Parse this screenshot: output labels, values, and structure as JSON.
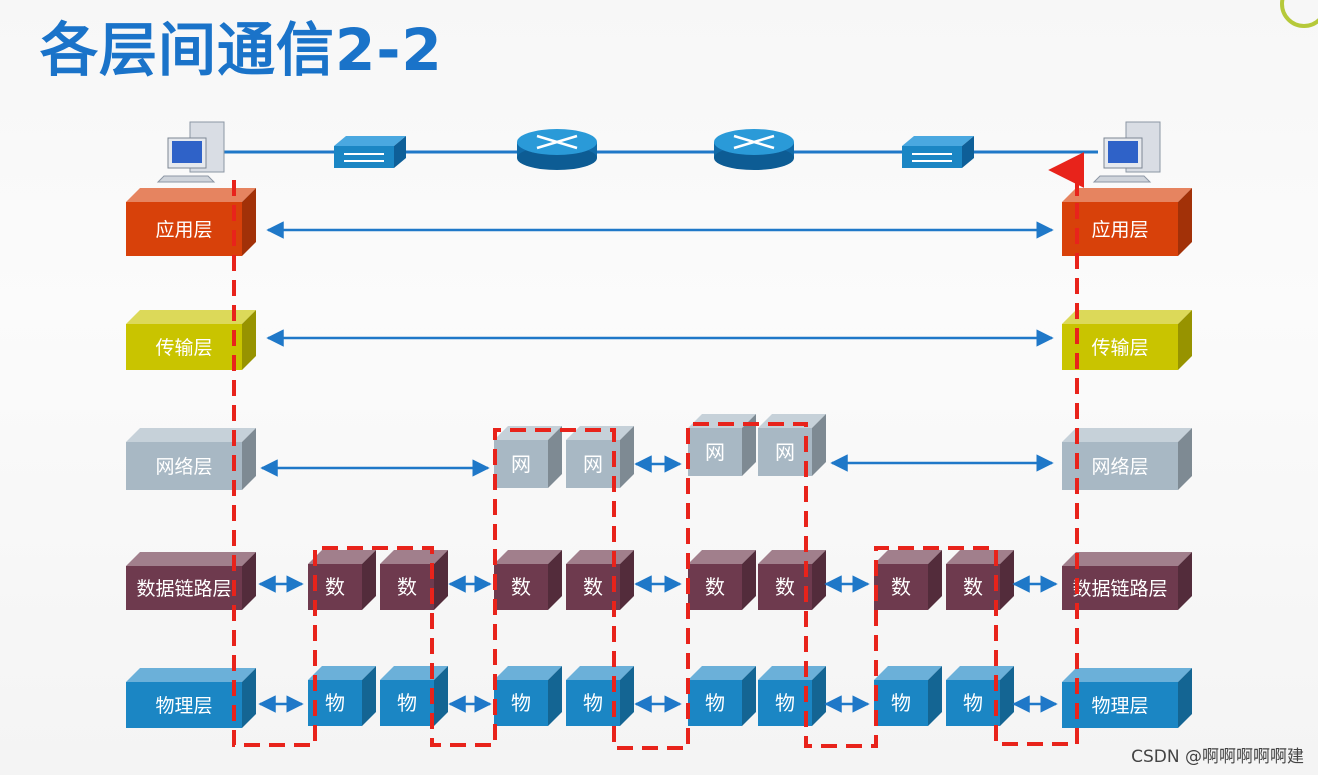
{
  "title": "各层间通信2-2",
  "watermark": "CSDN @啊啊啊啊啊建",
  "layers": {
    "app": "应用层",
    "transport": "传输层",
    "network": "网络层",
    "datalink": "数据链路层",
    "physical": "物理层"
  },
  "short": {
    "network": "网",
    "datalink": "数",
    "physical": "物"
  },
  "devices": [
    "computer",
    "switch",
    "router",
    "router",
    "switch",
    "computer"
  ],
  "colors": {
    "app": "#d8410a",
    "transport": "#c9c400",
    "network": "#a8b8c4",
    "datalink": "#6e3a4e",
    "physical": "#1b86c4",
    "arrow": "#1f78c8",
    "path": "#e8231b",
    "title": "#1a73c9"
  }
}
